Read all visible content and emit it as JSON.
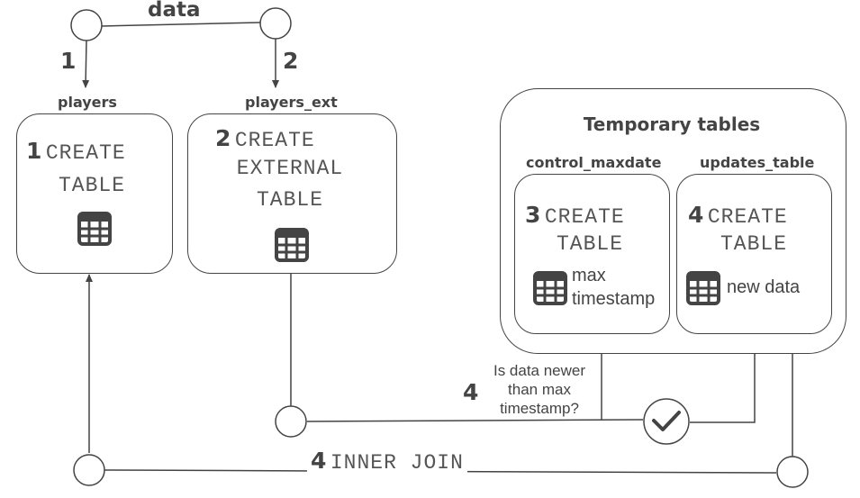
{
  "top": {
    "title": "data",
    "step_left": "1",
    "step_right": "2"
  },
  "players": {
    "label": "players",
    "step": "1",
    "line1": "CREATE",
    "line2": "TABLE",
    "icon": "table-grid-icon"
  },
  "players_ext": {
    "label": "players_ext",
    "step": "2",
    "line1": "CREATE",
    "line2": "EXTERNAL",
    "line3": "TABLE",
    "icon": "table-grid-icon"
  },
  "temp": {
    "title": "Temporary tables",
    "control": {
      "label": "control_maxdate",
      "step": "3",
      "line1": "CREATE",
      "line2": "TABLE",
      "note1": "max",
      "note2": "timestamp",
      "icon": "table-grid-icon"
    },
    "updates": {
      "label": "updates_table",
      "step": "4",
      "line1": "CREATE",
      "line2": "TABLE",
      "note": "new data",
      "icon": "table-grid-icon"
    }
  },
  "check": {
    "step": "4",
    "q1": "Is data newer",
    "q2": "than max",
    "q3": "timestamp?",
    "icon": "checkmark-icon"
  },
  "join": {
    "step": "4",
    "label": "INNER JOIN"
  },
  "colors": {
    "stroke": "#444444",
    "text": "#444444",
    "background": "#ffffff"
  }
}
